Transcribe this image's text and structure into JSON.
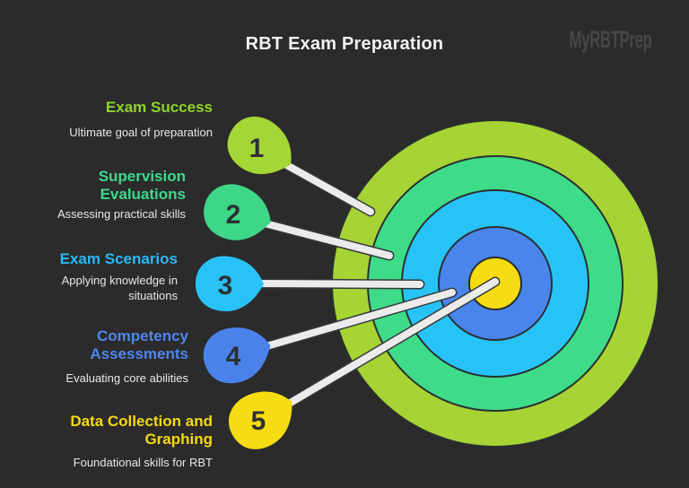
{
  "page": {
    "title": "RBT Exam Preparation",
    "watermark": "MyRBTPrep",
    "background_color": "#2b2b2b",
    "title_color": "#f2f2f2",
    "watermark_color": "#474747",
    "description_color": "#e8e8e8",
    "connector_color": "#ebebeb",
    "number_color": "#2c3136"
  },
  "items": [
    {
      "number": "1",
      "label": "Exam Success",
      "description": "Ultimate goal of preparation",
      "color": "#a4d636",
      "label_color": "#8fd42a"
    },
    {
      "number": "2",
      "label": "Supervision Evaluations",
      "description": "Assessing practical skills",
      "color": "#3ed787",
      "label_color": "#3dd98c"
    },
    {
      "number": "3",
      "label": "Exam Scenarios",
      "description": "Applying knowledge in situations",
      "color": "#29c2f6",
      "label_color": "#2ab9f5"
    },
    {
      "number": "4",
      "label": "Competency Assessments",
      "description": "Evaluating core abilities",
      "color": "#4a82ea",
      "label_color": "#4d87ee"
    },
    {
      "number": "5",
      "label": "Data Collection and Graphing",
      "description": "Foundational skills for RBT",
      "color": "#f6dc12",
      "label_color": "#f5d90f"
    }
  ],
  "target": {
    "rings": [
      {
        "color": "#a5d434"
      },
      {
        "color": "#3edc88"
      },
      {
        "color": "#28c3f6"
      },
      {
        "color": "#4a85ec"
      },
      {
        "color": "#f6dc12"
      }
    ]
  }
}
